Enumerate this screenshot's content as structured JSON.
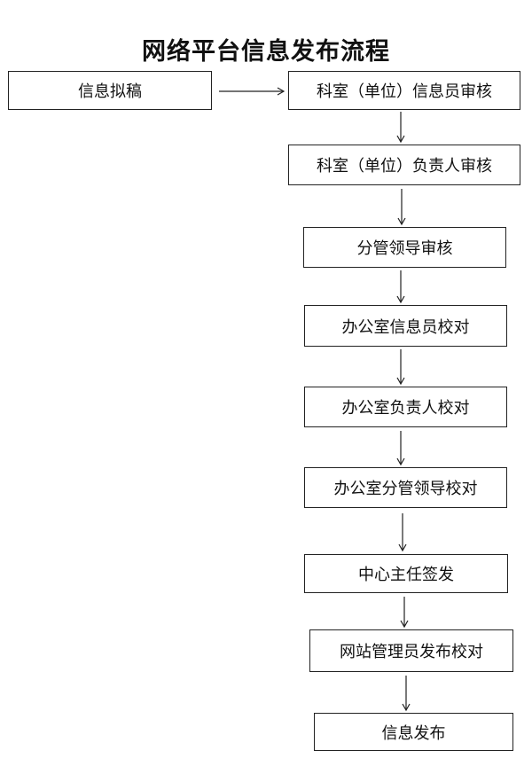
{
  "title": "网络平台信息发布流程",
  "steps": {
    "s0": "信息拟稿",
    "s1": "科室（单位）信息员审核",
    "s2": "科室（单位）负责人审核",
    "s3": "分管领导审核",
    "s4": "办公室信息员校对",
    "s5": "办公室负责人校对",
    "s6": "办公室分管领导校对",
    "s7": "中心主任签发",
    "s8": "网站管理员发布校对",
    "s9": "信息发布"
  }
}
